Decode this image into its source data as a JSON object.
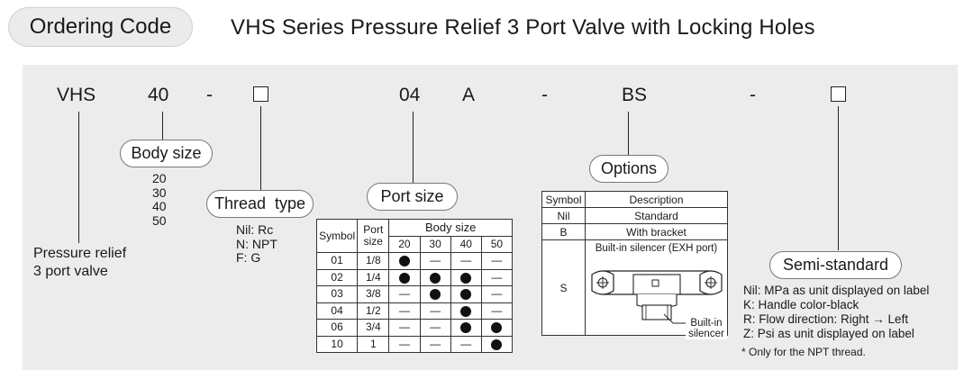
{
  "header": {
    "tag": "Ordering Code",
    "title": "VHS Series Pressure Relief 3 Port Valve with Locking Holes"
  },
  "code": {
    "series": "VHS",
    "size": "40",
    "dash1": "-",
    "port": "04",
    "a": "A",
    "dash2": "-",
    "option": "BS",
    "dash3": "-"
  },
  "series_label": [
    "Pressure relief",
    "3 port valve"
  ],
  "body_size": {
    "label": "Body size",
    "values": [
      "20",
      "30",
      "40",
      "50"
    ]
  },
  "thread_type": {
    "label": "Thread  type",
    "values": [
      "Nil: Rc",
      "N: NPT",
      "F: G"
    ]
  },
  "port_size": {
    "label": "Port size",
    "head_symbol": "Symbol",
    "head_port": [
      "Port",
      "size"
    ],
    "head_body": "Body size",
    "body_cols": [
      "20",
      "30",
      "40",
      "50"
    ],
    "dash": "—",
    "rows": [
      {
        "symbol": "01",
        "port": "1/8",
        "cells": [
          1,
          0,
          0,
          0
        ]
      },
      {
        "symbol": "02",
        "port": "1/4",
        "cells": [
          1,
          1,
          1,
          0
        ]
      },
      {
        "symbol": "03",
        "port": "3/8",
        "cells": [
          0,
          1,
          1,
          0
        ]
      },
      {
        "symbol": "04",
        "port": "1/2",
        "cells": [
          0,
          0,
          1,
          0
        ]
      },
      {
        "symbol": "06",
        "port": "3/4",
        "cells": [
          0,
          0,
          1,
          1
        ]
      },
      {
        "symbol": "10",
        "port": "1",
        "cells": [
          0,
          0,
          0,
          1
        ]
      }
    ]
  },
  "options": {
    "label": "Options",
    "head_symbol": "Symbol",
    "head_desc": "Description",
    "rows": [
      {
        "symbol": "Nil",
        "desc": "Standard"
      },
      {
        "symbol": "B",
        "desc": "With bracket"
      },
      {
        "symbol": "S",
        "desc": "Built-in silencer (EXH port)"
      }
    ],
    "silencer_callout": "Built-in silencer"
  },
  "semi_standard": {
    "label": "Semi-standard",
    "values": [
      "Nil: MPa as unit displayed on label",
      "K: Handle color-black",
      "R: Flow direction: Right → Left",
      "Z: Psi as unit displayed on label"
    ],
    "note": "* Only for the NPT thread."
  }
}
